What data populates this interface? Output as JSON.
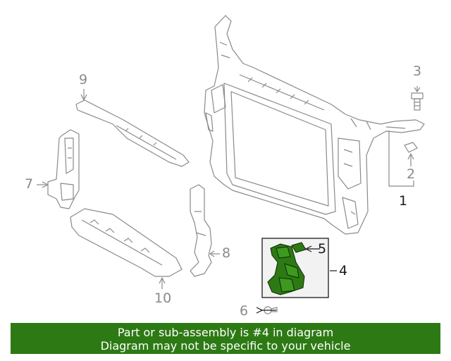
{
  "callouts": {
    "c1": "1",
    "c2": "2",
    "c3": "3",
    "c4": "4",
    "c5": "5",
    "c6": "6",
    "c7": "7",
    "c8": "8",
    "c9": "9",
    "c10": "10"
  },
  "highlight_color": "#2d7a14",
  "banner": {
    "line1": "Part or sub-assembly is #4 in diagram",
    "line2": "Diagram may not be specific to your vehicle"
  }
}
